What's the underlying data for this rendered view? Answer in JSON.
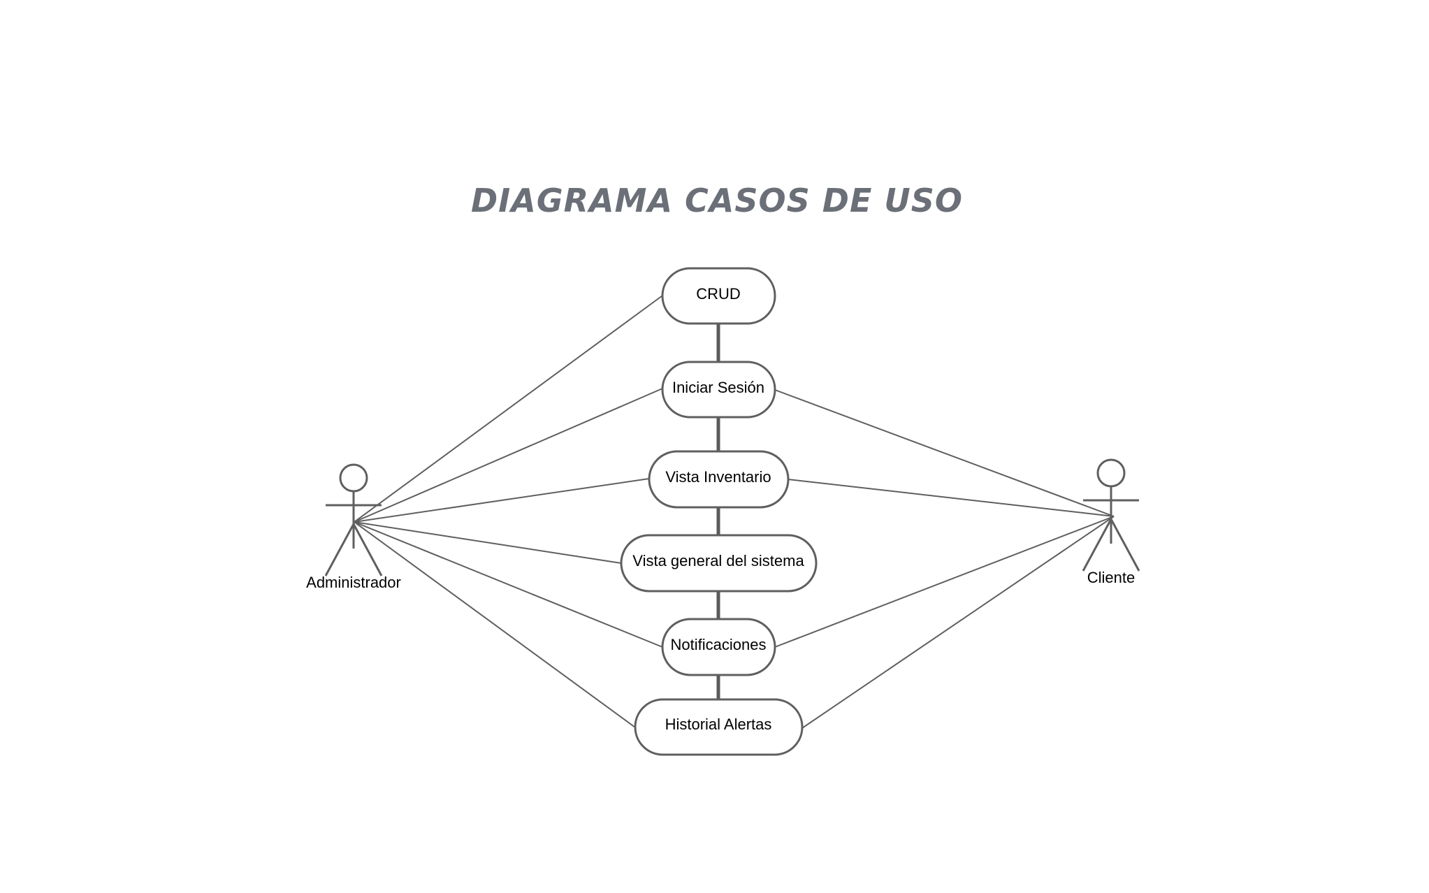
{
  "title": "DIAGRAMA CASOS DE USO",
  "actors": {
    "admin": {
      "label": "Administrador"
    },
    "client": {
      "label": "Cliente"
    }
  },
  "use_cases": {
    "crud": {
      "label": "CRUD"
    },
    "login": {
      "label": "Iniciar Sesión"
    },
    "inventory": {
      "label": "Vista Inventario"
    },
    "overview": {
      "label": "Vista general del sistema"
    },
    "notifications": {
      "label": "Notificaciones"
    },
    "alerts": {
      "label": "Historial Alertas"
    }
  },
  "associations": {
    "admin": [
      "crud",
      "login",
      "inventory",
      "overview",
      "notifications",
      "alerts"
    ],
    "client": [
      "login",
      "inventory",
      "notifications",
      "alerts"
    ]
  },
  "colors": {
    "title": "#6b6f78",
    "stroke": "#5f5f5f",
    "text": "#000000"
  }
}
